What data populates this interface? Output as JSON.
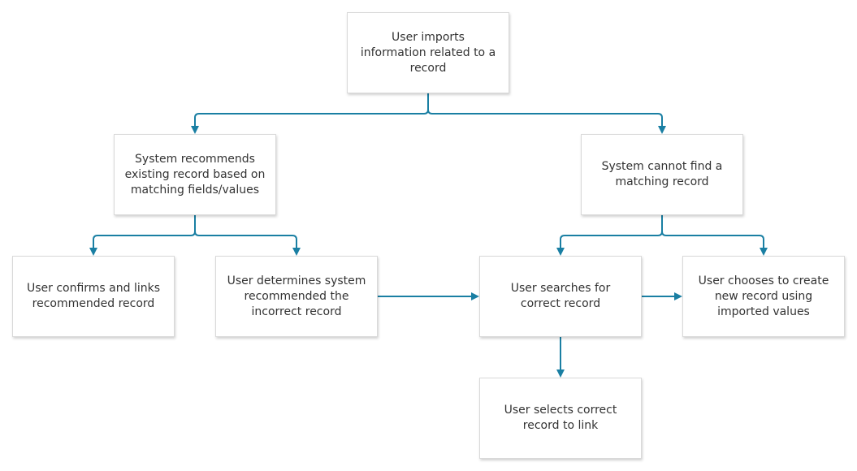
{
  "colors": {
    "connector": "#1a7fa3",
    "box_border": "#d9d9d9",
    "text": "#333333"
  },
  "nodes": {
    "import": "User imports information related to a record",
    "recommend": "System recommends existing record based on matching fields/values",
    "not_found": "System cannot find a matching record",
    "confirm": "User confirms and links recommended record",
    "incorrect": "User determines system recommended the incorrect record",
    "search": "User searches for correct record",
    "create": "User chooses to create new record using imported values",
    "select": "User selects correct record to link"
  }
}
